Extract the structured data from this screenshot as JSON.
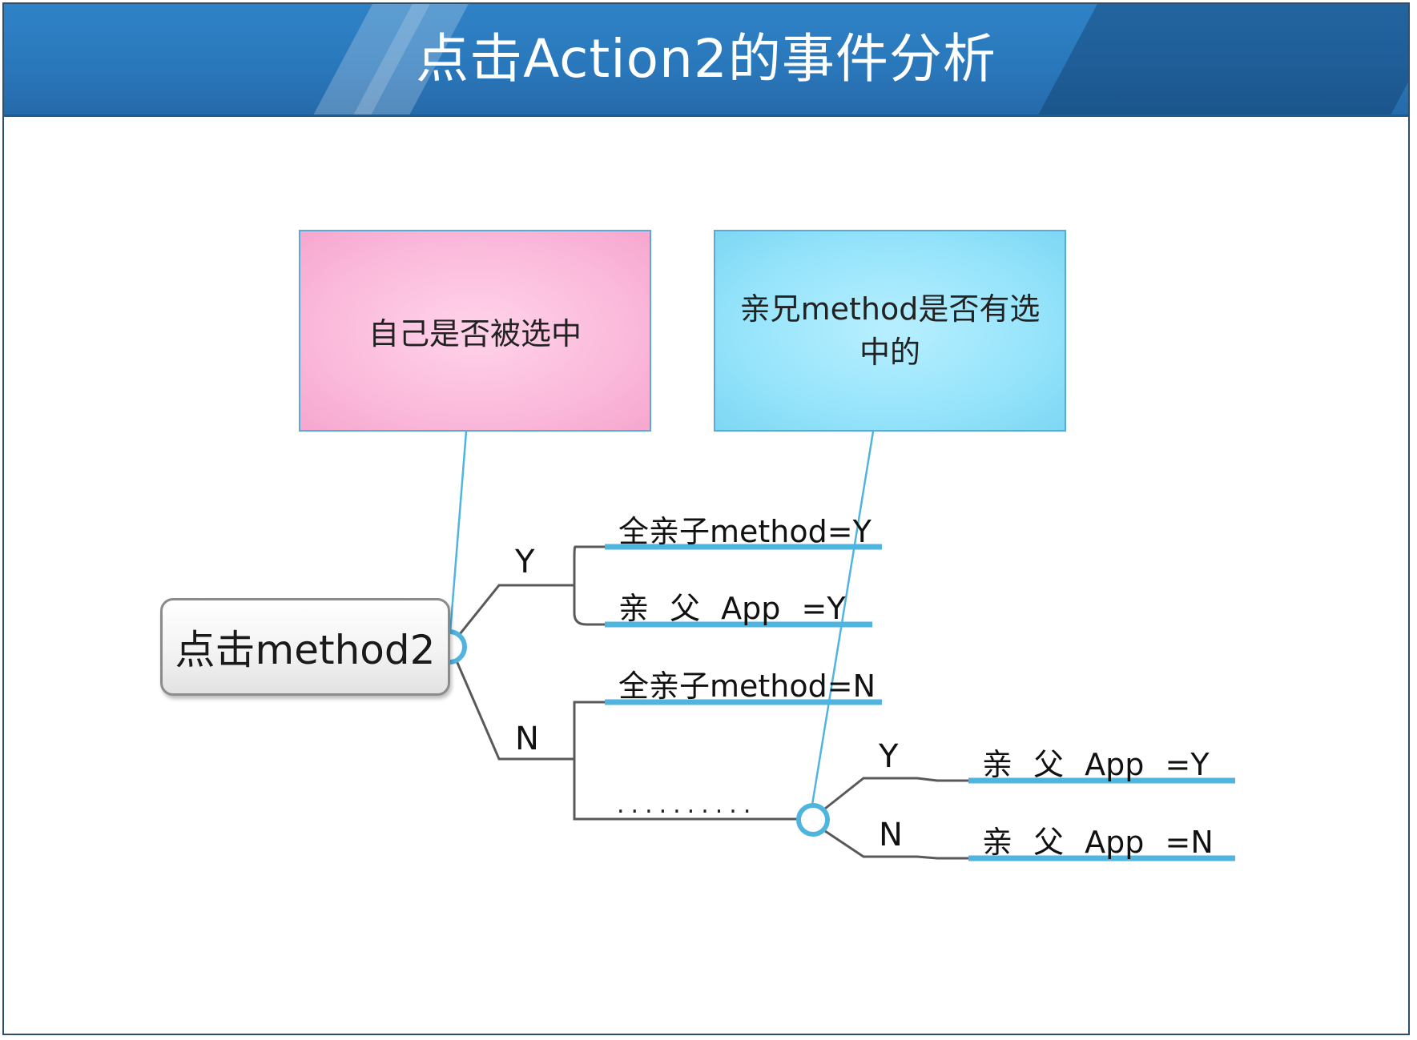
{
  "title": "点击Action2的事件分析",
  "condition_boxes": {
    "self_selected": "自己是否被选中",
    "sibling_selected": "亲兄method是否有选中的"
  },
  "root": "点击method2",
  "branches": {
    "yes_label": "Y",
    "no_label": "N",
    "yes": {
      "all_children": "全亲子method=Y",
      "parent_app": "亲 父 App =Y"
    },
    "no": {
      "all_children": "全亲子method=N",
      "ellipsis": "..........",
      "sub": {
        "yes_label": "Y",
        "no_label": "N",
        "yes_parent": "亲 父 App =Y",
        "no_parent": "亲 父 App =N"
      }
    }
  },
  "colors": {
    "banner": "#2a78bc",
    "pink_box": "#fbbadb",
    "blue_box": "#96e4fb",
    "accent_line": "#4fb4de",
    "connector": "#595959"
  }
}
